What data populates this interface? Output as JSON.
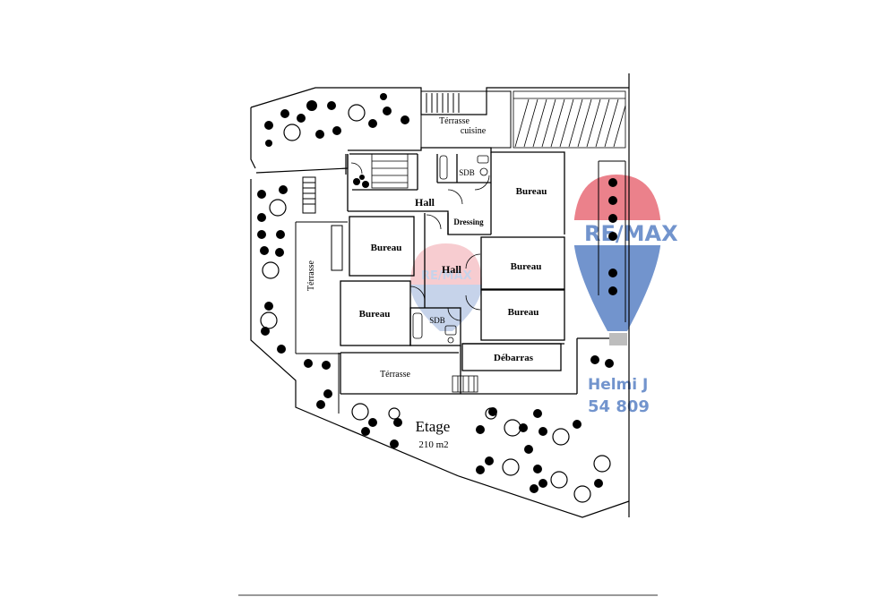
{
  "plan": {
    "rooms": {
      "terrasse_cuisine_1": "Térrasse",
      "terrasse_cuisine_2": "cuisine",
      "sdb_top": "SDB",
      "bureau_top_right": "Bureau",
      "hall_top": "Hall",
      "dressing": "Dressing",
      "bureau_left": "Bureau",
      "bureau_mid_right": "Bureau",
      "hall_center": "Hall",
      "terrasse_side": "Térrasse",
      "bureau_bottom_left": "Bureau",
      "sdb_bottom": "SDB",
      "bureau_bottom_right": "Bureau",
      "debarras": "Débarras",
      "terrasse_bottom": "Térrasse"
    },
    "floor_title": "Etage",
    "floor_area": "210 m2"
  },
  "watermark": {
    "brand": "RE/MAX",
    "agent_partial": "Helmi J",
    "phone_partial": "54 809",
    "colors": {
      "red": "#dc1c2e",
      "blue": "#003da5"
    }
  }
}
